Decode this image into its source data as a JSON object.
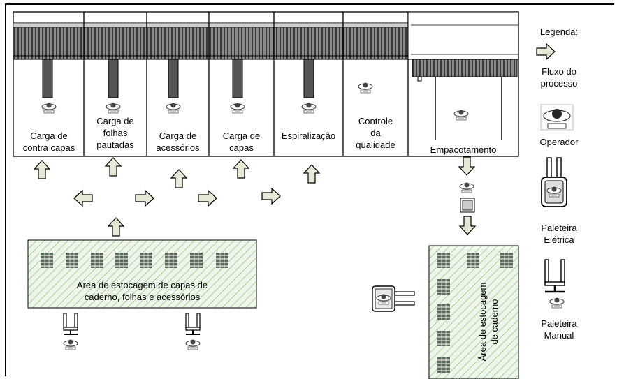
{
  "stations": [
    {
      "label": "Carga de\ncontra capas"
    },
    {
      "label": "Carga de\nfolhas\npautadas"
    },
    {
      "label": "Carga de\nacessórios"
    },
    {
      "label": "Carga de\ncapas"
    },
    {
      "label": "Espiralização"
    },
    {
      "label": "Controle\nda\nqualidade"
    },
    {
      "label": "Empacotamento"
    }
  ],
  "storage_left": {
    "label": "Área de estocagem de capas de\ncaderno, folhas e acessórios"
  },
  "storage_right": {
    "label": "Área de estocagem\nde caderno"
  },
  "legend": {
    "title": "Legenda:",
    "flow": "Fluxo do\nprocesso",
    "operator": "Operador",
    "electric_pallet": "Paleteira\nElétrica",
    "manual_pallet": "Paleteira\nManual"
  },
  "colors": {
    "arrow_fill": "#e6e9d6",
    "hatch": "#b8d6a8",
    "conveyor": "#5a5a5a"
  }
}
